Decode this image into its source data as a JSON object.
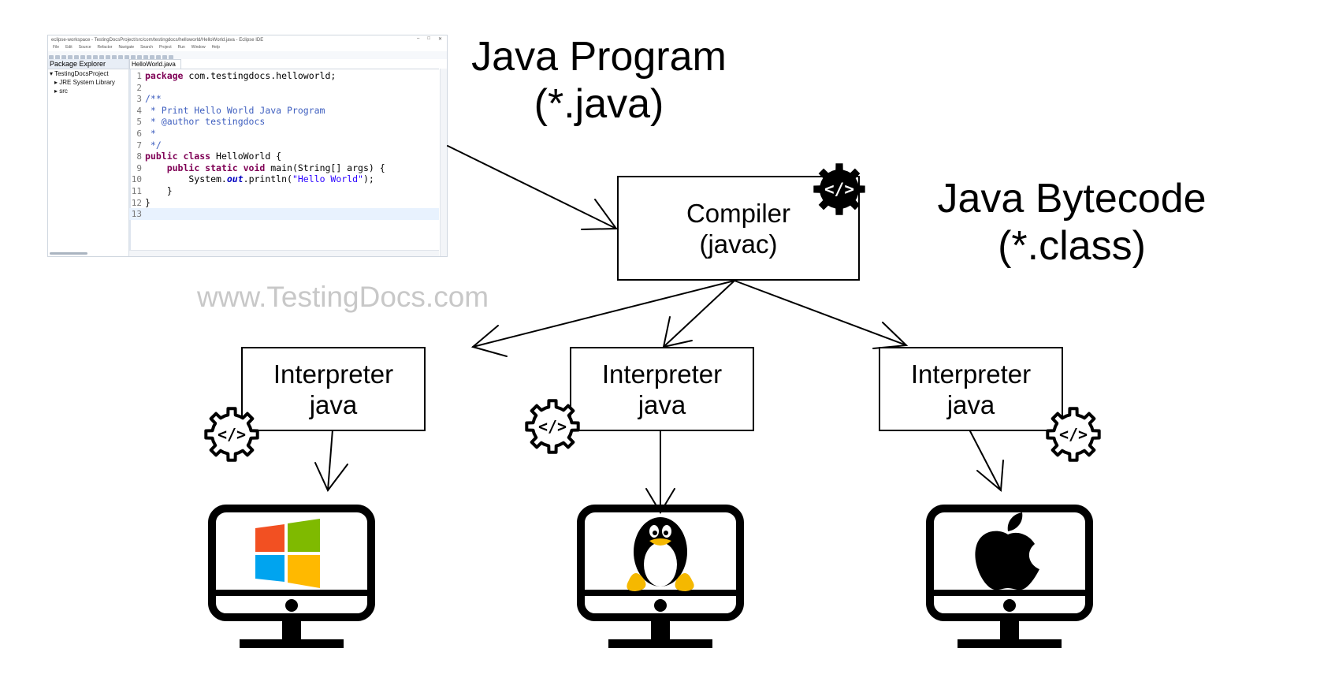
{
  "ide": {
    "window_title": "eclipse-workspace - TestingDocsProject/src/com/testingdocs/helloworld/HelloWorld.java - Eclipse IDE",
    "window_controls": [
      "–",
      "□",
      "✕"
    ],
    "menu": [
      "File",
      "Edit",
      "Source",
      "Refactor",
      "Navigate",
      "Search",
      "Project",
      "Run",
      "Window",
      "Help"
    ],
    "explorer_tab": "Package Explorer",
    "tree": [
      "TestingDocsProject",
      "JRE System Library",
      "src"
    ],
    "editor_tab": "HelloWorld.java",
    "code": [
      {
        "n": "1",
        "segs": [
          {
            "t": "package",
            "c": "kw"
          },
          {
            "t": " com.testingdocs.helloworld;",
            "c": ""
          }
        ]
      },
      {
        "n": "2",
        "segs": []
      },
      {
        "n": "3",
        "segs": [
          {
            "t": "/**",
            "c": "cm"
          }
        ]
      },
      {
        "n": "4",
        "segs": [
          {
            "t": " * Print Hello World Java Program",
            "c": "cm"
          }
        ]
      },
      {
        "n": "5",
        "segs": [
          {
            "t": " * @author testingdocs",
            "c": "cm"
          }
        ]
      },
      {
        "n": "6",
        "segs": [
          {
            "t": " *",
            "c": "cm"
          }
        ]
      },
      {
        "n": "7",
        "segs": [
          {
            "t": " */",
            "c": "cm"
          }
        ]
      },
      {
        "n": "8",
        "segs": [
          {
            "t": "public class",
            "c": "kw"
          },
          {
            "t": " HelloWorld {",
            "c": ""
          }
        ]
      },
      {
        "n": "9",
        "segs": [
          {
            "t": "    ",
            "c": ""
          },
          {
            "t": "public static void",
            "c": "kw"
          },
          {
            "t": " main(String[] args) {",
            "c": ""
          }
        ]
      },
      {
        "n": "10",
        "segs": [
          {
            "t": "        System.",
            "c": ""
          },
          {
            "t": "out",
            "c": "it"
          },
          {
            "t": ".println(",
            "c": ""
          },
          {
            "t": "\"Hello World\"",
            "c": "str"
          },
          {
            "t": ");",
            "c": ""
          }
        ]
      },
      {
        "n": "11",
        "segs": [
          {
            "t": "    }",
            "c": ""
          }
        ]
      },
      {
        "n": "12",
        "segs": [
          {
            "t": "}",
            "c": ""
          }
        ]
      },
      {
        "n": "13",
        "segs": []
      }
    ]
  },
  "labels": {
    "java_program": [
      "Java Program",
      "(*.java)"
    ],
    "bytecode": [
      "Java Bytecode",
      "(*.class)"
    ],
    "watermark": "www.TestingDocs.com"
  },
  "compiler": [
    "Compiler",
    "(javac)"
  ],
  "interpreters": [
    [
      "Interpreter",
      "java"
    ],
    [
      "Interpreter",
      "java"
    ],
    [
      "Interpreter",
      "java"
    ]
  ],
  "icons": {
    "gear": "gear-code-icon",
    "windows": "windows-logo-icon",
    "linux": "linux-tux-icon",
    "apple": "apple-logo-icon",
    "monitor": "monitor-icon"
  },
  "colors": {
    "windows_red": "#F25022",
    "windows_green": "#7FBA00",
    "windows_blue": "#00A4EF",
    "windows_yellow": "#FFB900",
    "tux_yellow": "#F5B800"
  }
}
